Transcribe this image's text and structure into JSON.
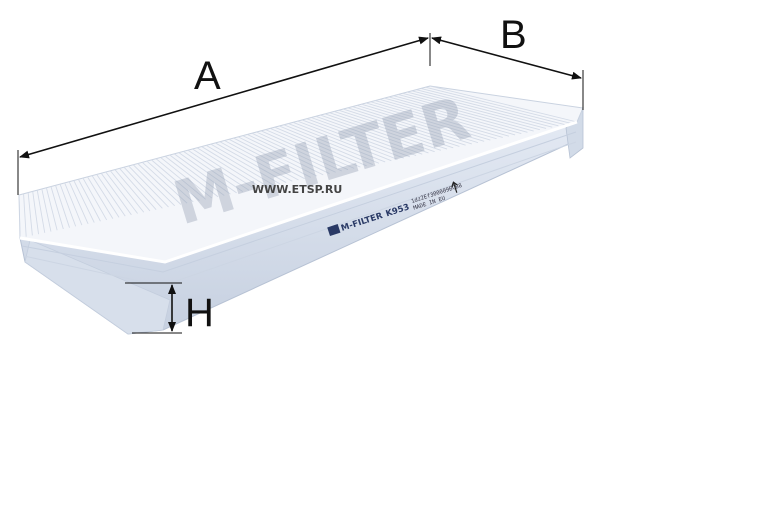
{
  "dimensions": {
    "length_label": "A",
    "width_label": "B",
    "height_label": "H"
  },
  "product": {
    "brand_watermark": "M-FILTER",
    "site_watermark": "WWW.ETSP.RU",
    "label_brand": "M-FILTER",
    "label_model": "K953",
    "label_code": "1dz2Ef300009BCB8",
    "label_origin": "MADE IN EU"
  },
  "colors": {
    "media": "#f4f6fa",
    "pleat_line": "#d4dbe7",
    "frame": "#dbe3ef",
    "frame_shadow": "#bcc7d8",
    "dimension_line": "#111111"
  }
}
